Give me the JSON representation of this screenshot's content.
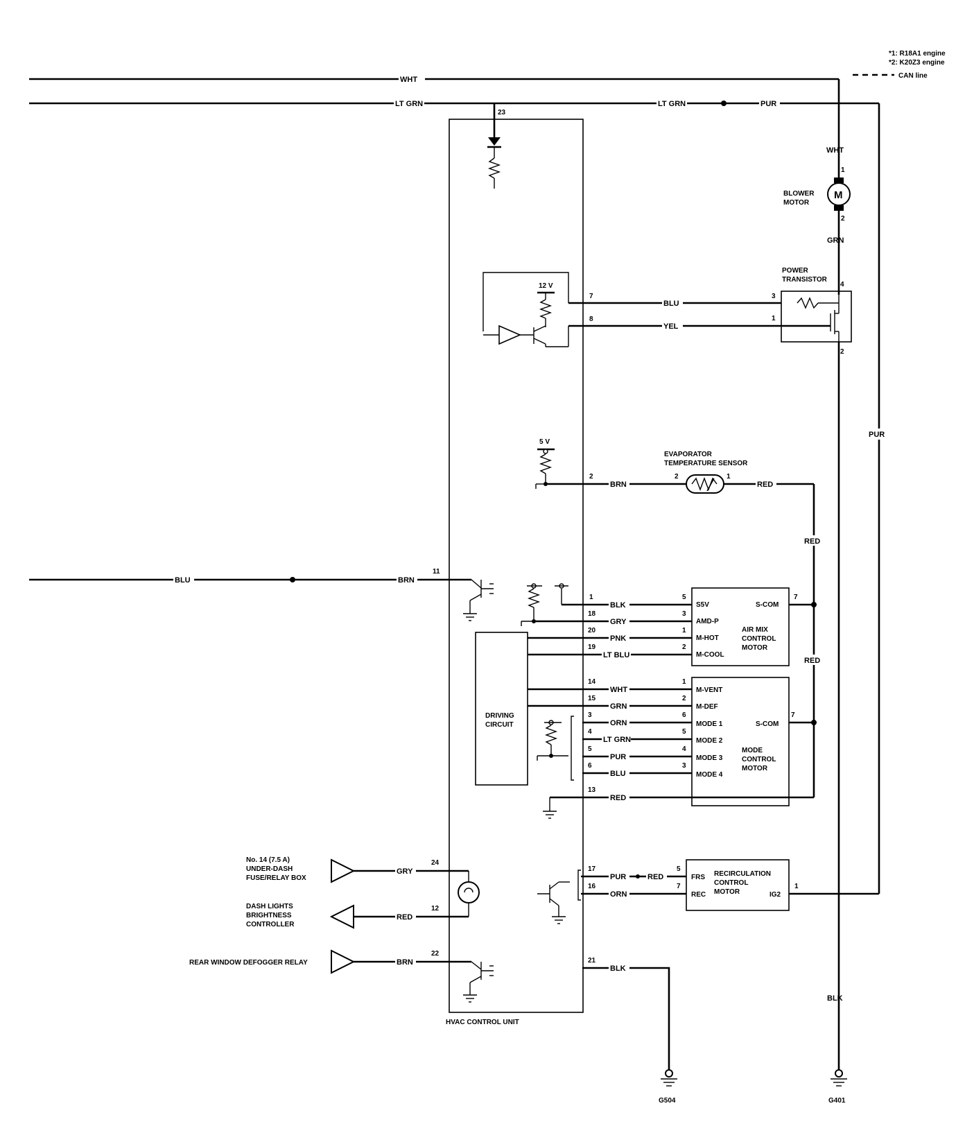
{
  "legend": {
    "note1": "*1: R18A1 engine",
    "note2": "*2: K20Z3 engine",
    "can": "CAN line"
  },
  "wires": {
    "wht": "WHT",
    "lt_grn": "LT GRN",
    "pur": "PUR",
    "grn": "GRN",
    "blu": "BLU",
    "yel": "YEL",
    "brn": "BRN",
    "red": "RED",
    "blk": "BLK",
    "gry": "GRY",
    "pnk": "PNK",
    "lt_blu": "LT BLU",
    "orn": "ORN"
  },
  "components": {
    "blower_motor": [
      "BLOWER",
      "MOTOR"
    ],
    "motor_symbol": "M",
    "power_transistor": [
      "POWER",
      "TRANSISTOR"
    ],
    "evap_sensor": [
      "EVAPORATOR",
      "TEMPERATURE SENSOR"
    ],
    "air_mix": [
      "AIR MIX",
      "CONTROL",
      "MOTOR"
    ],
    "mode": [
      "MODE",
      "CONTROL",
      "MOTOR"
    ],
    "recirc": [
      "RECIRCULATION",
      "CONTROL",
      "MOTOR"
    ],
    "driving_circuit": [
      "DRIVING",
      "CIRCUIT"
    ],
    "hvac_unit": "HVAC CONTROL UNIT",
    "fuse": [
      "No. 14 (7.5 A)",
      "UNDER-DASH",
      "FUSE/RELAY BOX"
    ],
    "dash_lights": [
      "DASH LIGHTS",
      "BRIGHTNESS",
      "CONTROLLER"
    ],
    "defogger": "REAR WINDOW DEFOGGER RELAY",
    "v12": "12 V",
    "v5": "5 V"
  },
  "terminals": {
    "s5v": "S5V",
    "amd_p": "AMD-P",
    "m_hot": "M-HOT",
    "m_cool": "M-COOL",
    "s_com": "S-COM",
    "m_vent": "M-VENT",
    "m_def": "M-DEF",
    "mode1": "MODE 1",
    "mode2": "MODE 2",
    "mode3": "MODE 3",
    "mode4": "MODE 4",
    "frs": "FRS",
    "rec": "REC",
    "ig2": "IG2"
  },
  "grounds": {
    "g504": "G504",
    "g401": "G401"
  },
  "pins": {
    "p1": "1",
    "p2": "2",
    "p3": "3",
    "p4": "4",
    "p5": "5",
    "p6": "6",
    "p7": "7",
    "p8": "8",
    "p11": "11",
    "p12": "12",
    "p13": "13",
    "p14": "14",
    "p15": "15",
    "p16": "16",
    "p17": "17",
    "p18": "18",
    "p19": "19",
    "p20": "20",
    "p21": "21",
    "p22": "22",
    "p23": "23",
    "p24": "24"
  }
}
